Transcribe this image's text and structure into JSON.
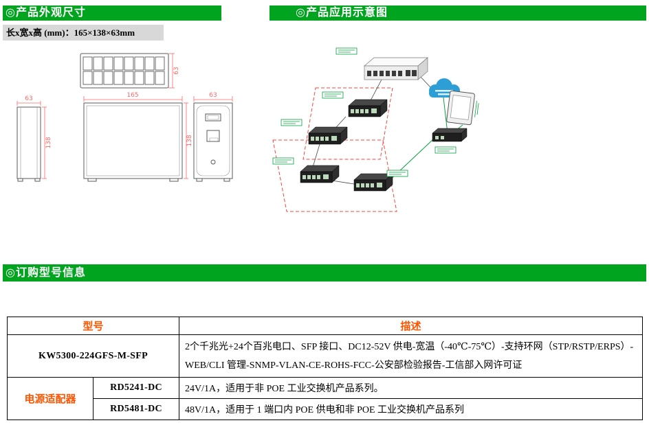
{
  "colors": {
    "bar_green": "#00a41f",
    "accent_red": "#ff5400",
    "dim_line": "#ff6666",
    "gray_box": "#d8d8d8",
    "diagram_green": "#00a33a",
    "diagram_red": "#ff4040",
    "cloud_blue": "#2e9fd6"
  },
  "sections": {
    "appearance": "◎产品外观尺寸",
    "application": "◎产品应用示意图",
    "ordering": "◎订购型号信息"
  },
  "dimensions_box": {
    "label": "长x宽x高 (mm)：165×138×63mm"
  },
  "drawings": {
    "top_view": {
      "depth": "63"
    },
    "side_view_left": {
      "width": "63",
      "height": "138"
    },
    "front_view": {
      "width": "165",
      "height": "138"
    },
    "side_view_right": {
      "width": "63"
    }
  },
  "table": {
    "header": {
      "model": "型号",
      "desc": "描述"
    },
    "main_row": {
      "model": "KW5300-224GFS-M-SFP",
      "desc": "2个千兆光+24个百兆电口、SFP 接口、DC12-52V 供电-宽温（-40℃-75℃）-支持环网（STP/RSTP/ERPS）-WEB/CLI 管理-SNMP-VLAN-CE-ROHS-FCC-公安部检验报告-工信部入网许可证"
    },
    "adapters": {
      "label": "电源适配器",
      "items": [
        {
          "model": "RD5241-DC",
          "desc": "24V/1A，适用于非 POE 工业交换机产品系列。"
        },
        {
          "model": "RD5481-DC",
          "desc": "48V/1A，适用于 1 端口内 POE 供电和非 POE 工业交换机产品系列"
        }
      ]
    }
  }
}
